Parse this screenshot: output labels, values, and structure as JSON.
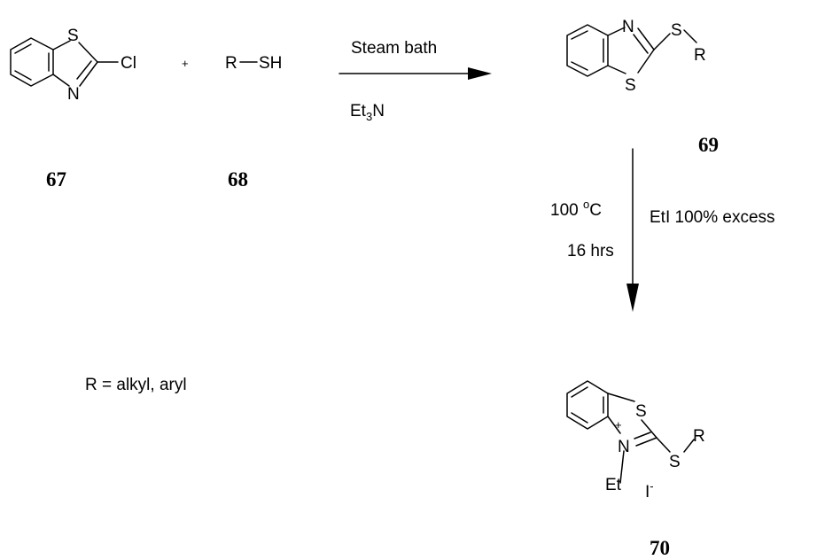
{
  "compound_67": {
    "label": "67",
    "atom_s": "S",
    "atom_n": "N",
    "atom_cl": "Cl"
  },
  "plus_sign": "+",
  "compound_68": {
    "label": "68",
    "text_r": "R",
    "text_sh": "SH"
  },
  "step1": {
    "condition_top": "Steam bath",
    "reagent_main": "Et",
    "reagent_sub": "3",
    "reagent_tail": "N"
  },
  "compound_69": {
    "label": "69",
    "atom_n": "N",
    "atom_s_ring": "S",
    "atom_s_chain": "S",
    "text_r": "R"
  },
  "step2": {
    "temp_value": "100 ",
    "temp_degree": "o",
    "temp_unit": "C",
    "time": "16 hrs",
    "reagent": "EtI 100% excess"
  },
  "r_definition": "R = alkyl, aryl",
  "compound_70": {
    "label": "70",
    "atom_s_ring": "S",
    "atom_n": "N",
    "charge_plus": "+",
    "atom_s_chain": "S",
    "text_r": "R",
    "text_et": "Et",
    "counterion": "I",
    "counterion_charge": "-"
  }
}
